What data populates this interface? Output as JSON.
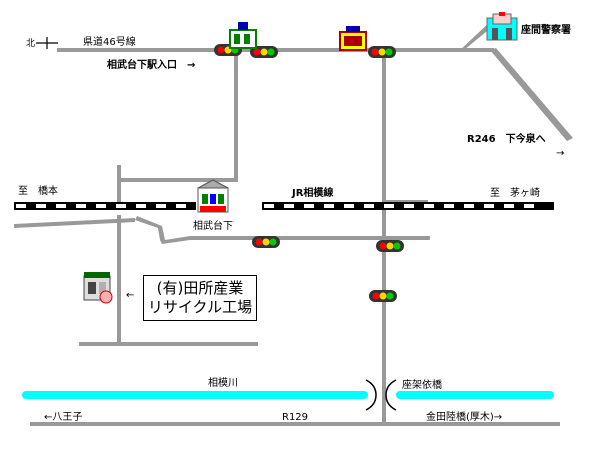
{
  "labels": {
    "north": "北",
    "route46": "県道46号線",
    "sagamidai_exit": "相武台下駅入口　→",
    "police": "座間警察署",
    "r246": "R246　下今泉へ",
    "r246_arrow": "→",
    "to_hashimoto": "至　橋本",
    "jr_line": "JR相模線",
    "to_chigasaki": "至　茅ヶ崎",
    "station": "相武台下",
    "company_line1": "(有)田所産業",
    "company_line2": "リサイクル工場",
    "callout_arrow": "←",
    "sagami_river": "相模川",
    "bridge": "座架依橋",
    "hachioji": "←八王子",
    "r129": "R129",
    "kanada": "金田陸橋(厚木)→"
  },
  "colors": {
    "road": "#999999",
    "river": "#00ffff",
    "rail_dark": "#000000",
    "signal_red": "#ff0000",
    "signal_yellow": "#ffd700",
    "signal_green": "#00cc00",
    "signal_blue": "#0000ff"
  },
  "icons": {
    "police": "police-station-icon",
    "station": "station-icon",
    "company": "factory-icon",
    "signal": "traffic-signal-icon"
  }
}
